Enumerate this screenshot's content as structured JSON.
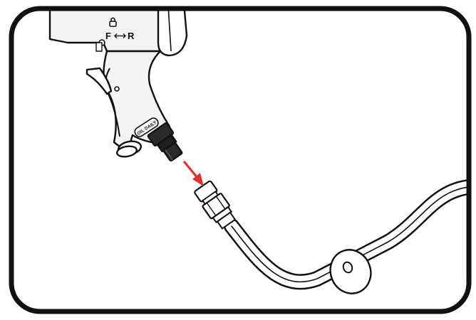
{
  "labels": {
    "direction_forward": "F",
    "direction_reverse": "R",
    "grip_label": "OIL DAILY"
  },
  "icons": {
    "lock": "lock-icon",
    "direction_arrow": "double-arrow-icon",
    "connect_arrow": "arrow-down-right-icon"
  },
  "colors": {
    "frame": "#111111",
    "tool_fill": "#f3f3f3",
    "dark_part": "#222222",
    "arrow": "#e0312b",
    "background": "#ffffff"
  }
}
